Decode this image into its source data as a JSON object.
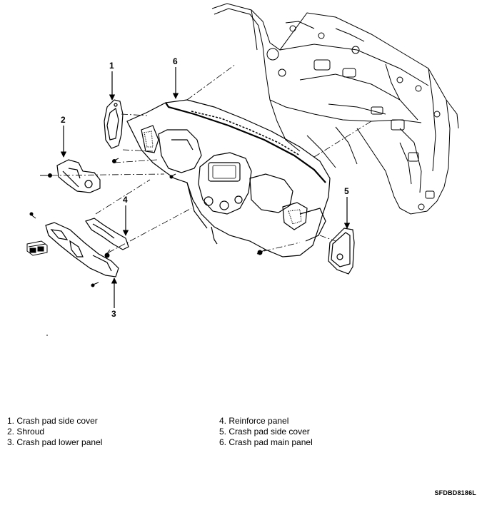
{
  "callouts": [
    "1",
    "2",
    "3",
    "4",
    "5",
    "6"
  ],
  "legend": {
    "left": [
      "1. Crash pad side cover",
      "2. Shroud",
      "3. Crash pad lower panel"
    ],
    "right": [
      "4. Reinforce panel",
      "5. Crash pad side cover",
      "6. Crash pad main panel"
    ]
  },
  "image_code": "SFDBD8186L"
}
